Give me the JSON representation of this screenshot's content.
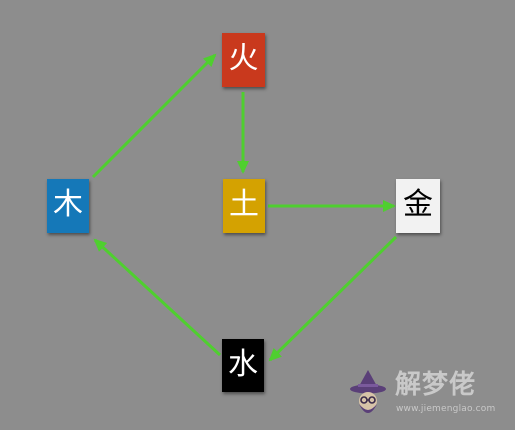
{
  "diagram": {
    "nodes": {
      "fire": {
        "label": "火",
        "bg": "#c9391d",
        "fg": "#ffffff"
      },
      "wood": {
        "label": "木",
        "bg": "#1578b8",
        "fg": "#ffffff"
      },
      "earth": {
        "label": "土",
        "bg": "#d4a201",
        "fg": "#ffffff"
      },
      "metal": {
        "label": "金",
        "bg": "#f2f2f2",
        "fg": "#000000"
      },
      "water": {
        "label": "水",
        "bg": "#000000",
        "fg": "#ffffff"
      }
    },
    "edges": [
      {
        "from": "wood",
        "to": "fire"
      },
      {
        "from": "fire",
        "to": "earth"
      },
      {
        "from": "earth",
        "to": "metal"
      },
      {
        "from": "metal",
        "to": "water"
      },
      {
        "from": "water",
        "to": "wood"
      }
    ],
    "arrow_color": "#4fcf2f",
    "background": "#8d8d8d"
  },
  "watermark": {
    "title": "解梦佬",
    "url": "www.jiemenglao.com",
    "color": "#c9c9c9",
    "logo_color": "#5a3f78"
  }
}
